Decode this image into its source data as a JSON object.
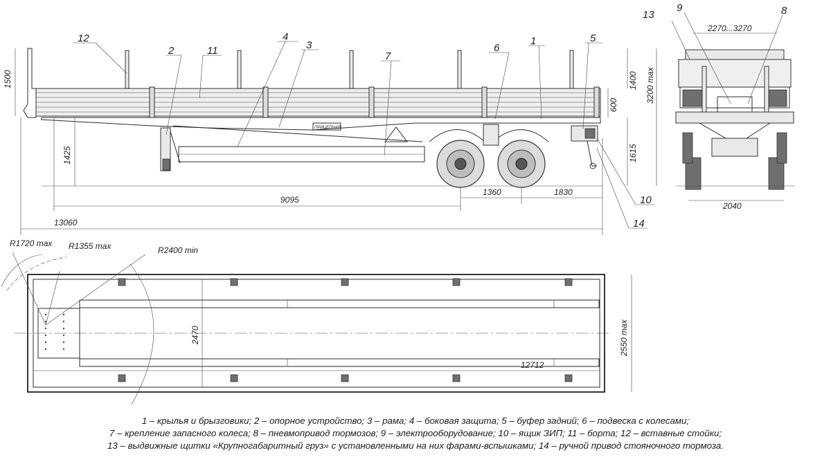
{
  "dimensions": {
    "side": {
      "overall_length": "13060",
      "front_to_axle": "9095",
      "axle_spacing": "1360",
      "rear_overhang": "1830",
      "stake_height": "1500",
      "support_height": "1425",
      "board_height": "600",
      "stake_height_2": "1400",
      "rear_height": "1615",
      "overall_height": "3200 max"
    },
    "rear": {
      "width_range": "2270...3270",
      "track_width": "2040"
    },
    "top": {
      "radius_1": "R1720 max",
      "radius_2": "R1355 max",
      "radius_3": "R2400 min",
      "inner_width": "2470",
      "platform_length": "12712",
      "overall_width": "2550 max"
    }
  },
  "callouts": [
    "1",
    "2",
    "3",
    "4",
    "5",
    "6",
    "7",
    "8",
    "9",
    "10",
    "11",
    "12",
    "13",
    "14"
  ],
  "plate_text": "ПРИЦЕПНАЯ",
  "legend": [
    "1 – крылья и брызговики; 2 – опорное устройство; 3 – рама; 4 – боковая защита; 5 – буфер задний; 6 – подвеска с колесами;",
    "7 – крепление запасного колеса; 8 – пневмопривод тормозов; 9 – электрооборудование; 10 – ящик ЗИП; 11 – борта; 12 – вставные стойки;",
    "13 – выдвижные щитки «Крупногабаритный груз» с установленными на них фарами-вспышками; 14 – ручной привод стояночного тормоза."
  ]
}
